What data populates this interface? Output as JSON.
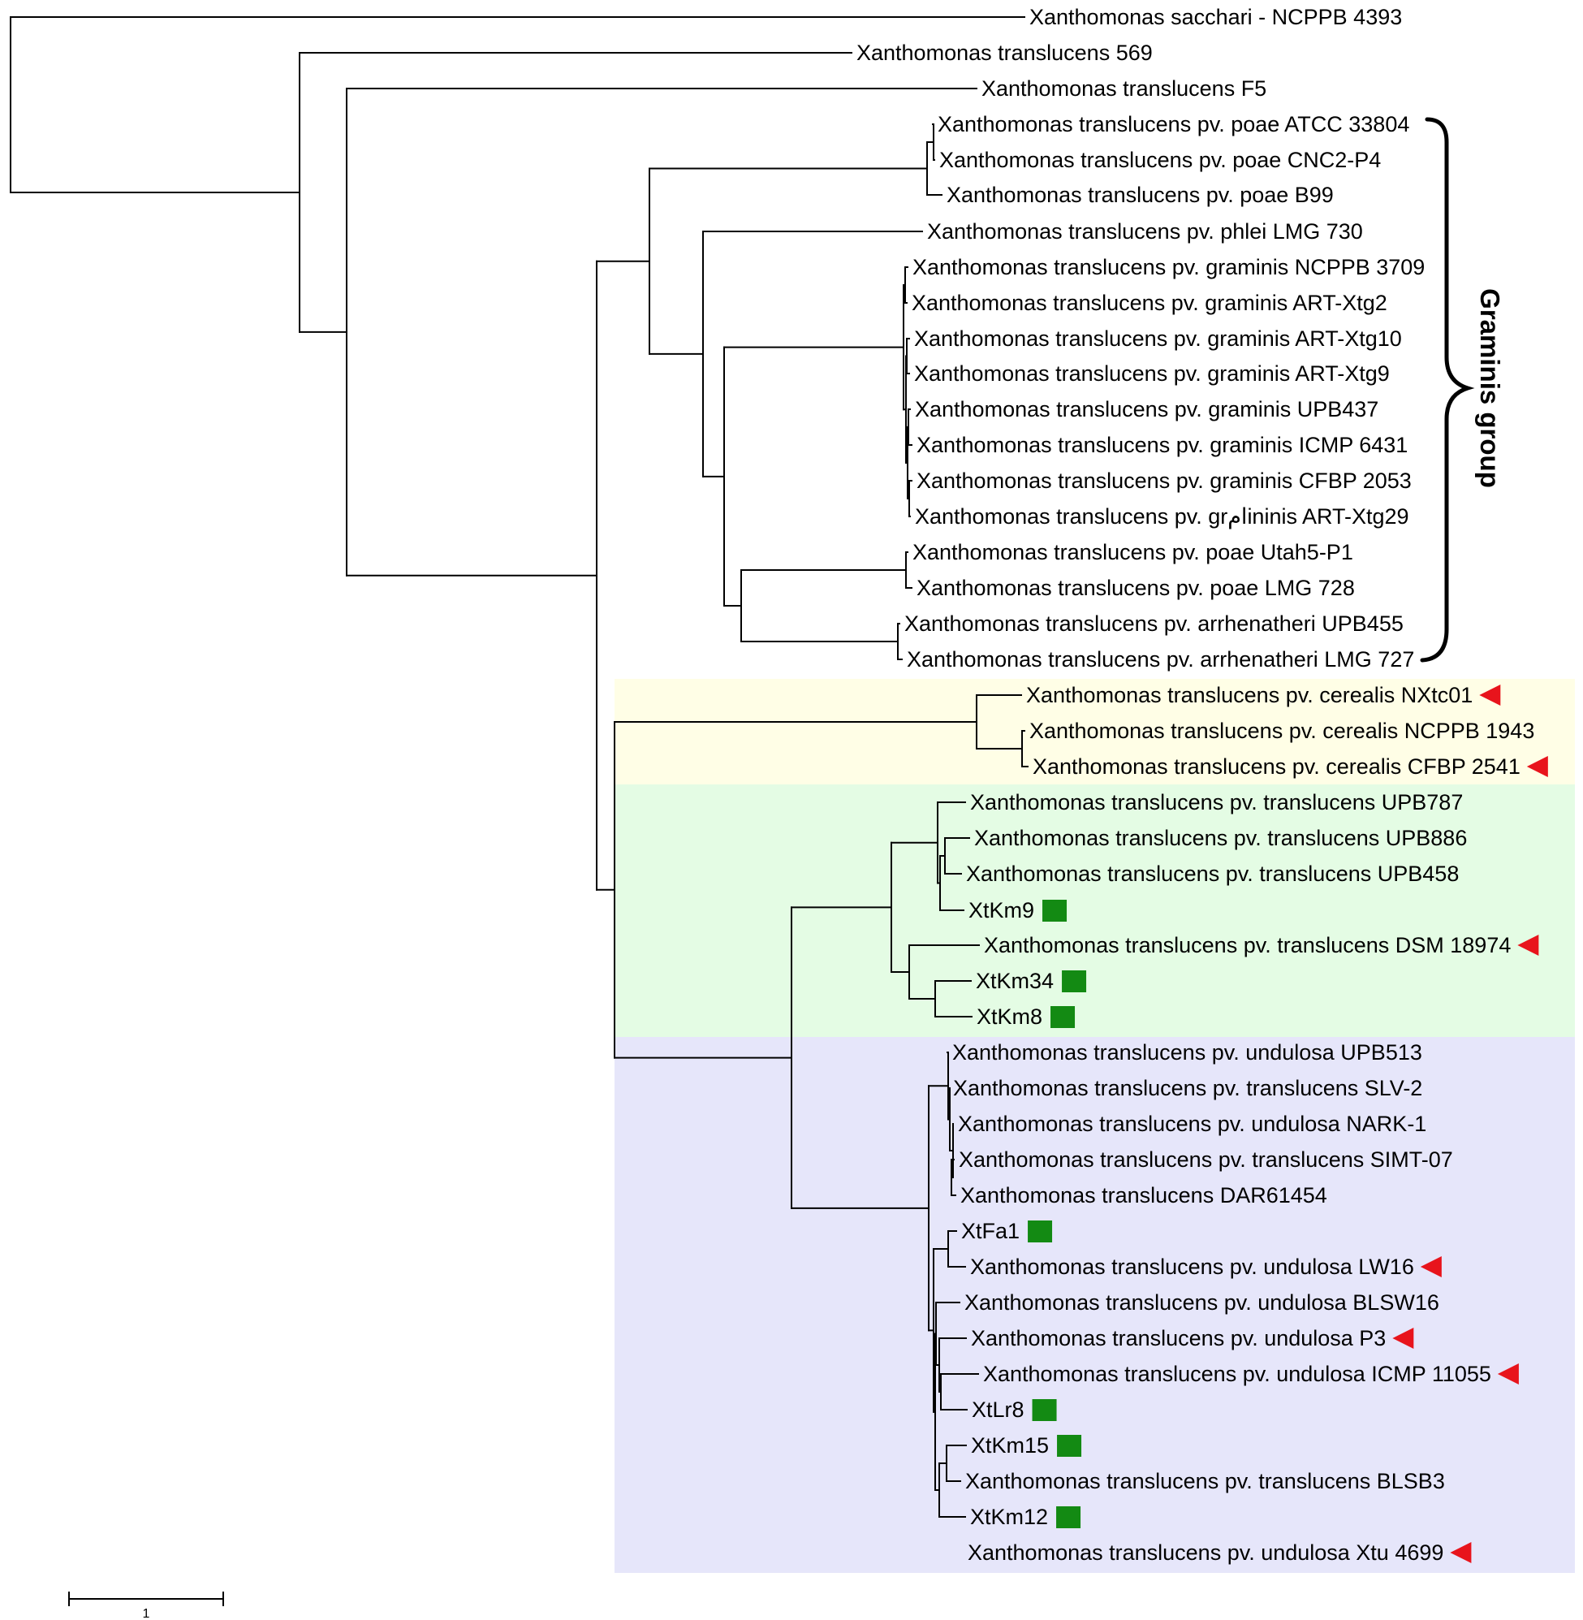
{
  "figure": {
    "bracket_label": "Graminis group",
    "scale_bar_label": "1",
    "colors": {
      "clade_cerealis": "#FFFEE6",
      "clade_translucens": "#E4FCE4",
      "clade_undulosa": "#E6E6FA",
      "marker_new_isolate": "#138A13",
      "marker_reference": "#E8141C",
      "line": "#000000"
    },
    "marker_icons": {
      "triangle": "red-left-triangle-icon",
      "square": "green-square-icon"
    },
    "leaves": [
      {
        "label": "Xanthomonas sacchari - NCPPB 4393",
        "marker": ""
      },
      {
        "label": "Xanthomonas translucens 569",
        "marker": ""
      },
      {
        "label": "Xanthomonas translucens F5",
        "marker": ""
      },
      {
        "label": "Xanthomonas translucens pv. poae ATCC 33804",
        "marker": ""
      },
      {
        "label": "Xanthomonas translucens pv. poae CNC2-P4",
        "marker": ""
      },
      {
        "label": "Xanthomonas translucens pv. poae B99",
        "marker": ""
      },
      {
        "label": "Xanthomonas translucens pv. phlei LMG 730",
        "marker": ""
      },
      {
        "label": "Xanthomonas translucens pv. graminis NCPPB 3709",
        "marker": ""
      },
      {
        "label": "Xanthomonas translucens pv. graminis ART-Xtg2",
        "marker": ""
      },
      {
        "label": "Xanthomonas translucens pv. graminis ART-Xtg10",
        "marker": ""
      },
      {
        "label": "Xanthomonas translucens pv. graminis ART-Xtg9",
        "marker": ""
      },
      {
        "label": "Xanthomonas translucens pv. graminis UPB437",
        "marker": ""
      },
      {
        "label": "Xanthomonas translucens pv. graminis ICMP 6431",
        "marker": ""
      },
      {
        "label": "Xanthomonas translucens pv. graminis CFBP 2053",
        "marker": ""
      },
      {
        "label": "Xanthomonas translucens pv. grامininis ART-Xtg29",
        "marker": ""
      },
      {
        "label": "Xanthomonas translucens pv. poae Utah5-P1",
        "marker": ""
      },
      {
        "label": "Xanthomonas translucens pv. poae LMG 728",
        "marker": ""
      },
      {
        "label": "Xanthomonas translucens pv. arrhenatheri UPB455",
        "marker": ""
      },
      {
        "label": "Xanthomonas translucens pv. arrhenatheri LMG 727",
        "marker": ""
      },
      {
        "label": "Xanthomonas translucens pv. cerealis NXtc01",
        "marker": "triangle"
      },
      {
        "label": "Xanthomonas translucens pv. cerealis NCPPB 1943",
        "marker": ""
      },
      {
        "label": "Xanthomonas translucens pv. cerealis CFBP 2541",
        "marker": "triangle"
      },
      {
        "label": "Xanthomonas translucens pv. translucens UPB787",
        "marker": ""
      },
      {
        "label": "Xanthomonas translucens pv. translucens UPB886",
        "marker": ""
      },
      {
        "label": "Xanthomonas translucens pv. translucens UPB458",
        "marker": ""
      },
      {
        "label": "XtKm9",
        "marker": "square"
      },
      {
        "label": "Xanthomonas translucens pv. translucens DSM 18974",
        "marker": "triangle"
      },
      {
        "label": "XtKm34",
        "marker": "square"
      },
      {
        "label": "XtKm8",
        "marker": "square"
      },
      {
        "label": "Xanthomonas translucens pv. undulosa UPB513",
        "marker": ""
      },
      {
        "label": "Xanthomonas translucens pv. translucens SLV-2",
        "marker": ""
      },
      {
        "label": "Xanthomonas translucens pv. undulosa NARK-1",
        "marker": ""
      },
      {
        "label": "Xanthomonas translucens pv. translucens SIMT-07",
        "marker": ""
      },
      {
        "label": "Xanthomonas translucens DAR61454",
        "marker": ""
      },
      {
        "label": "XtFa1",
        "marker": "square"
      },
      {
        "label": "Xanthomonas translucens pv. undulosa LW16",
        "marker": "triangle"
      },
      {
        "label": "Xanthomonas translucens pv. undulosa BLSW16",
        "marker": ""
      },
      {
        "label": "Xanthomonas translucens pv. undulosa P3",
        "marker": "triangle"
      },
      {
        "label": "Xanthomonas translucens pv. undulosa ICMP 11055",
        "marker": "triangle"
      },
      {
        "label": "XtLr8",
        "marker": "square"
      },
      {
        "label": "XtKm15",
        "marker": "square"
      },
      {
        "label": "Xanthomonas translucens pv. translucens BLSB3",
        "marker": ""
      },
      {
        "label": "XtKm12",
        "marker": "square"
      },
      {
        "label": "Xanthomonas translucens pv. undulosa Xtu 4699",
        "marker": "triangle"
      }
    ]
  }
}
